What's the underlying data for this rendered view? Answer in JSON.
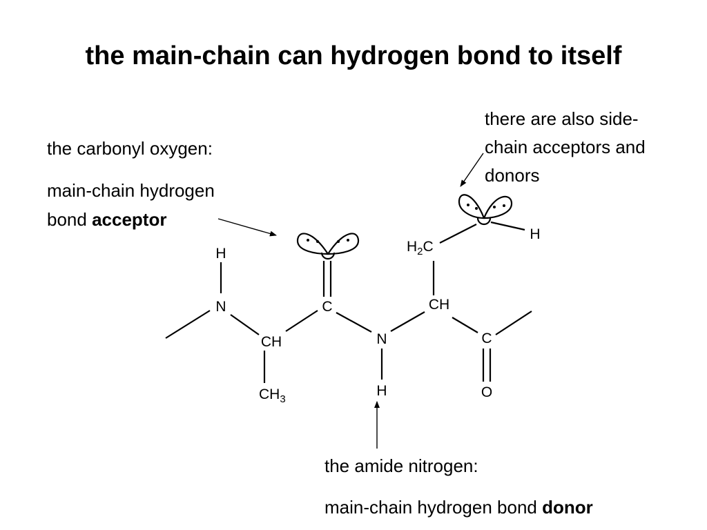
{
  "title": "the main-chain can hydrogen bond to itself",
  "carbonyl_note": {
    "line1": "the carbonyl oxygen:",
    "line2": "main-chain hydrogen",
    "line3_prefix": "bond ",
    "line3_bold": "acceptor"
  },
  "sidechain_note": {
    "line1": "there are also side-",
    "line2": "chain acceptors and",
    "line3": "donors"
  },
  "amide_note": {
    "line1": "the amide nitrogen:",
    "line2_prefix": "main-chain hydrogen bond ",
    "line2_bold": "donor"
  },
  "atoms": {
    "h_n1": "H",
    "n1": "N",
    "ch1": "CH",
    "ch3": "CH",
    "ch3_sub": "3",
    "c1": "C",
    "n2": "N",
    "h_n2": "H",
    "ch2": "CH",
    "h2c_h": "H",
    "h2c_sub": "2",
    "h2c_c": "C",
    "h_oh": "H",
    "c2": "C",
    "o2": "O"
  }
}
